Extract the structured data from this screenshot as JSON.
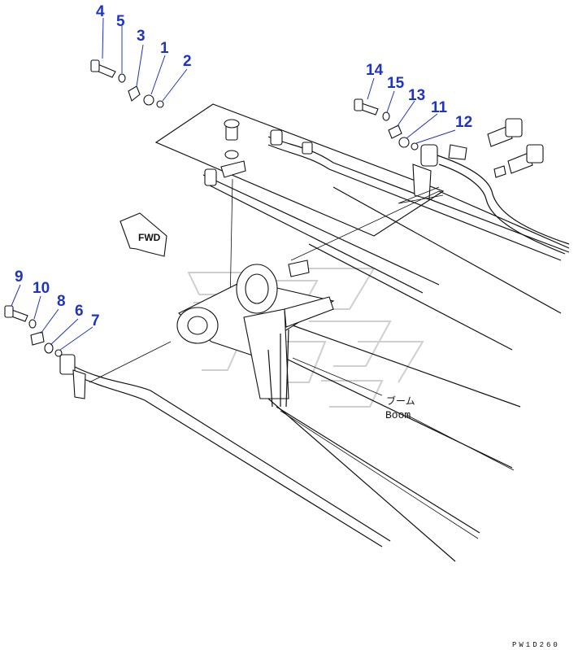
{
  "callouts": [
    {
      "id": "1",
      "text": "1"
    },
    {
      "id": "2",
      "text": "2"
    },
    {
      "id": "3",
      "text": "3"
    },
    {
      "id": "4",
      "text": "4"
    },
    {
      "id": "5",
      "text": "5"
    },
    {
      "id": "6",
      "text": "6"
    },
    {
      "id": "7",
      "text": "7"
    },
    {
      "id": "8",
      "text": "8"
    },
    {
      "id": "9",
      "text": "9"
    },
    {
      "id": "10",
      "text": "10"
    },
    {
      "id": "11",
      "text": "11"
    },
    {
      "id": "12",
      "text": "12"
    },
    {
      "id": "13",
      "text": "13"
    },
    {
      "id": "14",
      "text": "14"
    },
    {
      "id": "15",
      "text": "15"
    }
  ],
  "labels": {
    "boom_jp": "ブーム",
    "boom_en": "Boom",
    "fwd": "FWD",
    "drawing_code": "PW1D260"
  },
  "colors": {
    "callout": "#1f33c8",
    "line": "#111111",
    "watermark": "#cfcfcf",
    "background": "#ffffff"
  }
}
